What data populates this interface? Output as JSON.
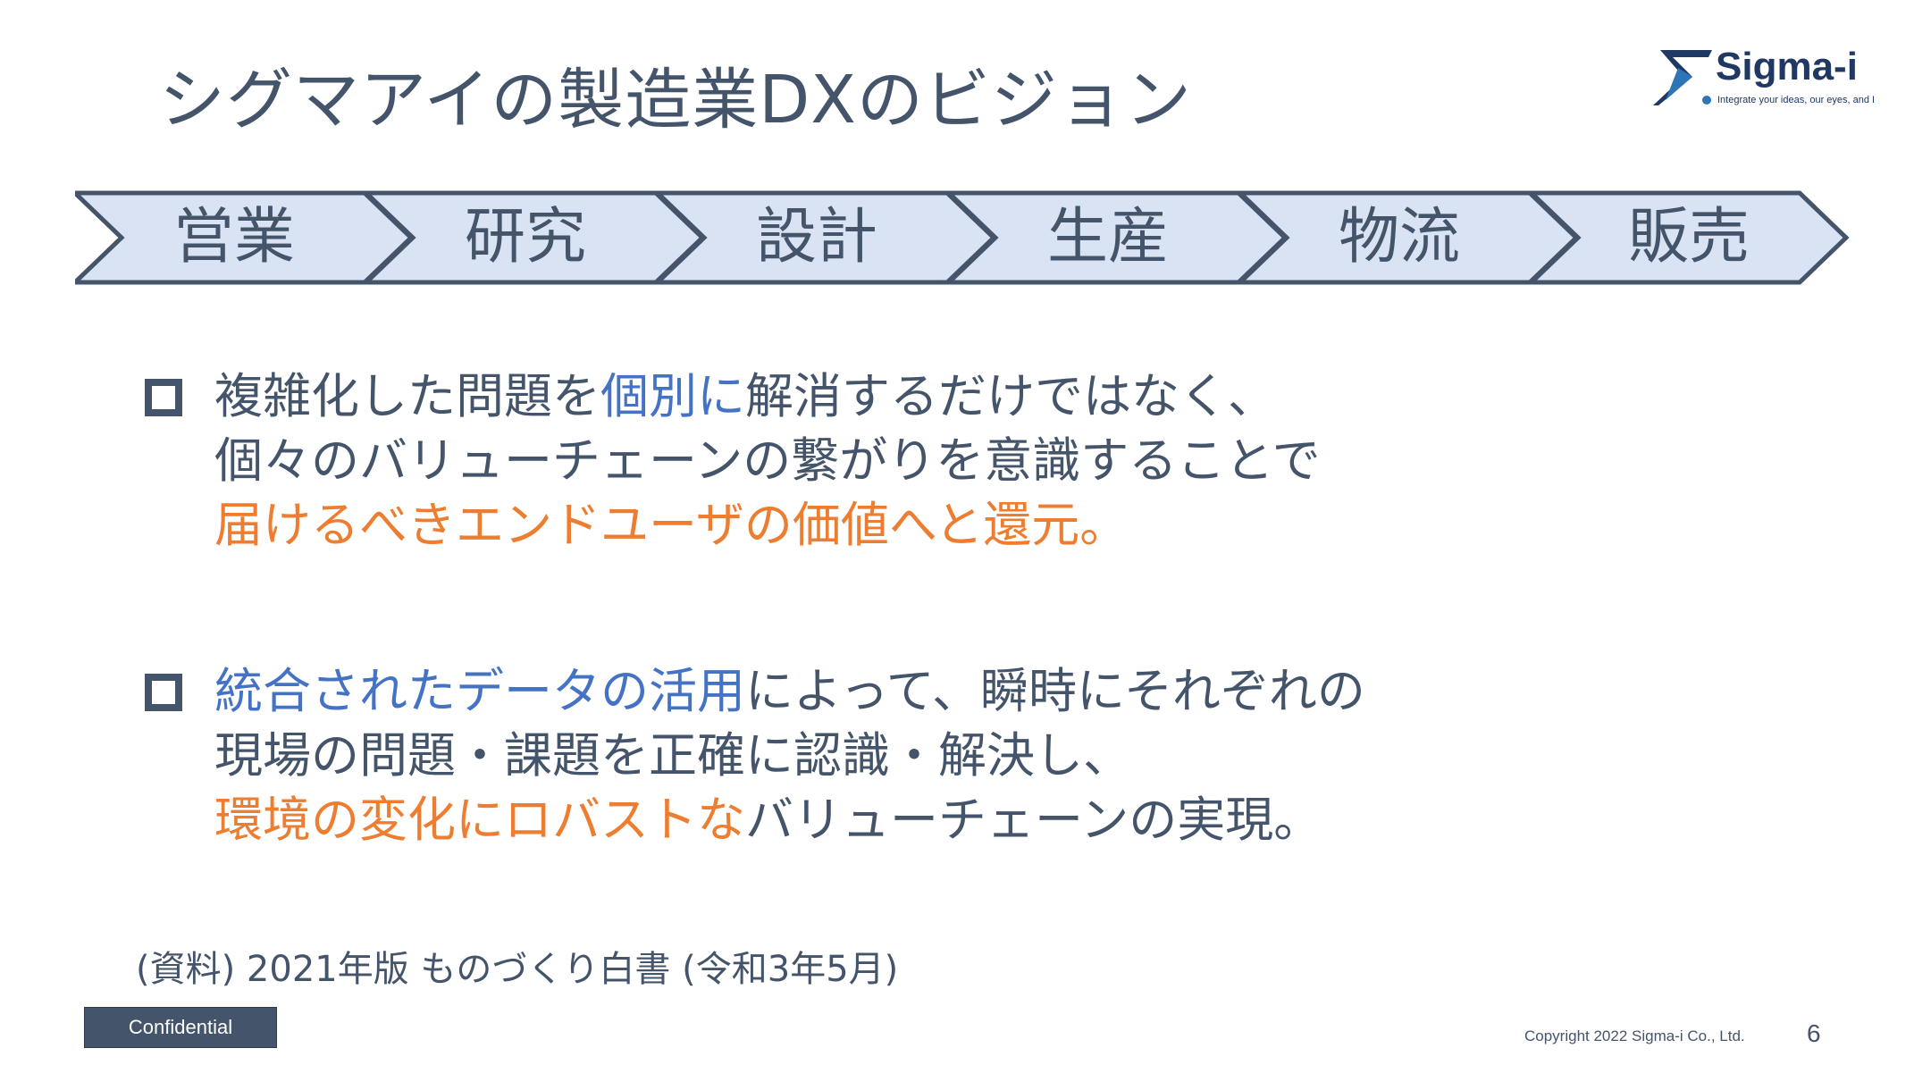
{
  "title": "シグマアイの製造業DXのビジョン",
  "logo": {
    "name": "Sigma-i",
    "tagline": "Integrate your ideas, our eyes, and I",
    "colors": {
      "navy": "#203864",
      "blue": "#2e75b6"
    }
  },
  "value_chain": [
    {
      "label": "営業"
    },
    {
      "label": "研究"
    },
    {
      "label": "設計"
    },
    {
      "label": "生産"
    },
    {
      "label": "物流"
    },
    {
      "label": "販売"
    }
  ],
  "colors": {
    "text": "#44546a",
    "accent_blue": "#4472c4",
    "accent_orange": "#ed7d31",
    "chevron_fill": "#dae3f3",
    "chevron_border": "#44546a"
  },
  "bullets": [
    {
      "line1": {
        "a": "複雑化した問題を",
        "b": "個別に",
        "c": "解消するだけではなく、"
      },
      "line2": "個々のバリューチェーンの繋がりを意識することで",
      "line3": "届けるべきエンドユーザの価値へと還元。"
    },
    {
      "line1": {
        "a": "統合されたデータの活用",
        "b": "によって、瞬時にそれぞれの"
      },
      "line2": "現場の問題・課題を正確に認識・解決し、",
      "line3": {
        "a": "環境の変化に",
        "b": "ロバスト",
        "c": "な",
        "d": "バリューチェーンの実現。"
      }
    }
  ],
  "source": "(資料) 2021年版 ものづくり白書 (令和3年5月)",
  "footer": {
    "confidential": "Confidential",
    "copyright": "Copyright  2022 Sigma-i Co., Ltd.",
    "page_number": "6"
  }
}
